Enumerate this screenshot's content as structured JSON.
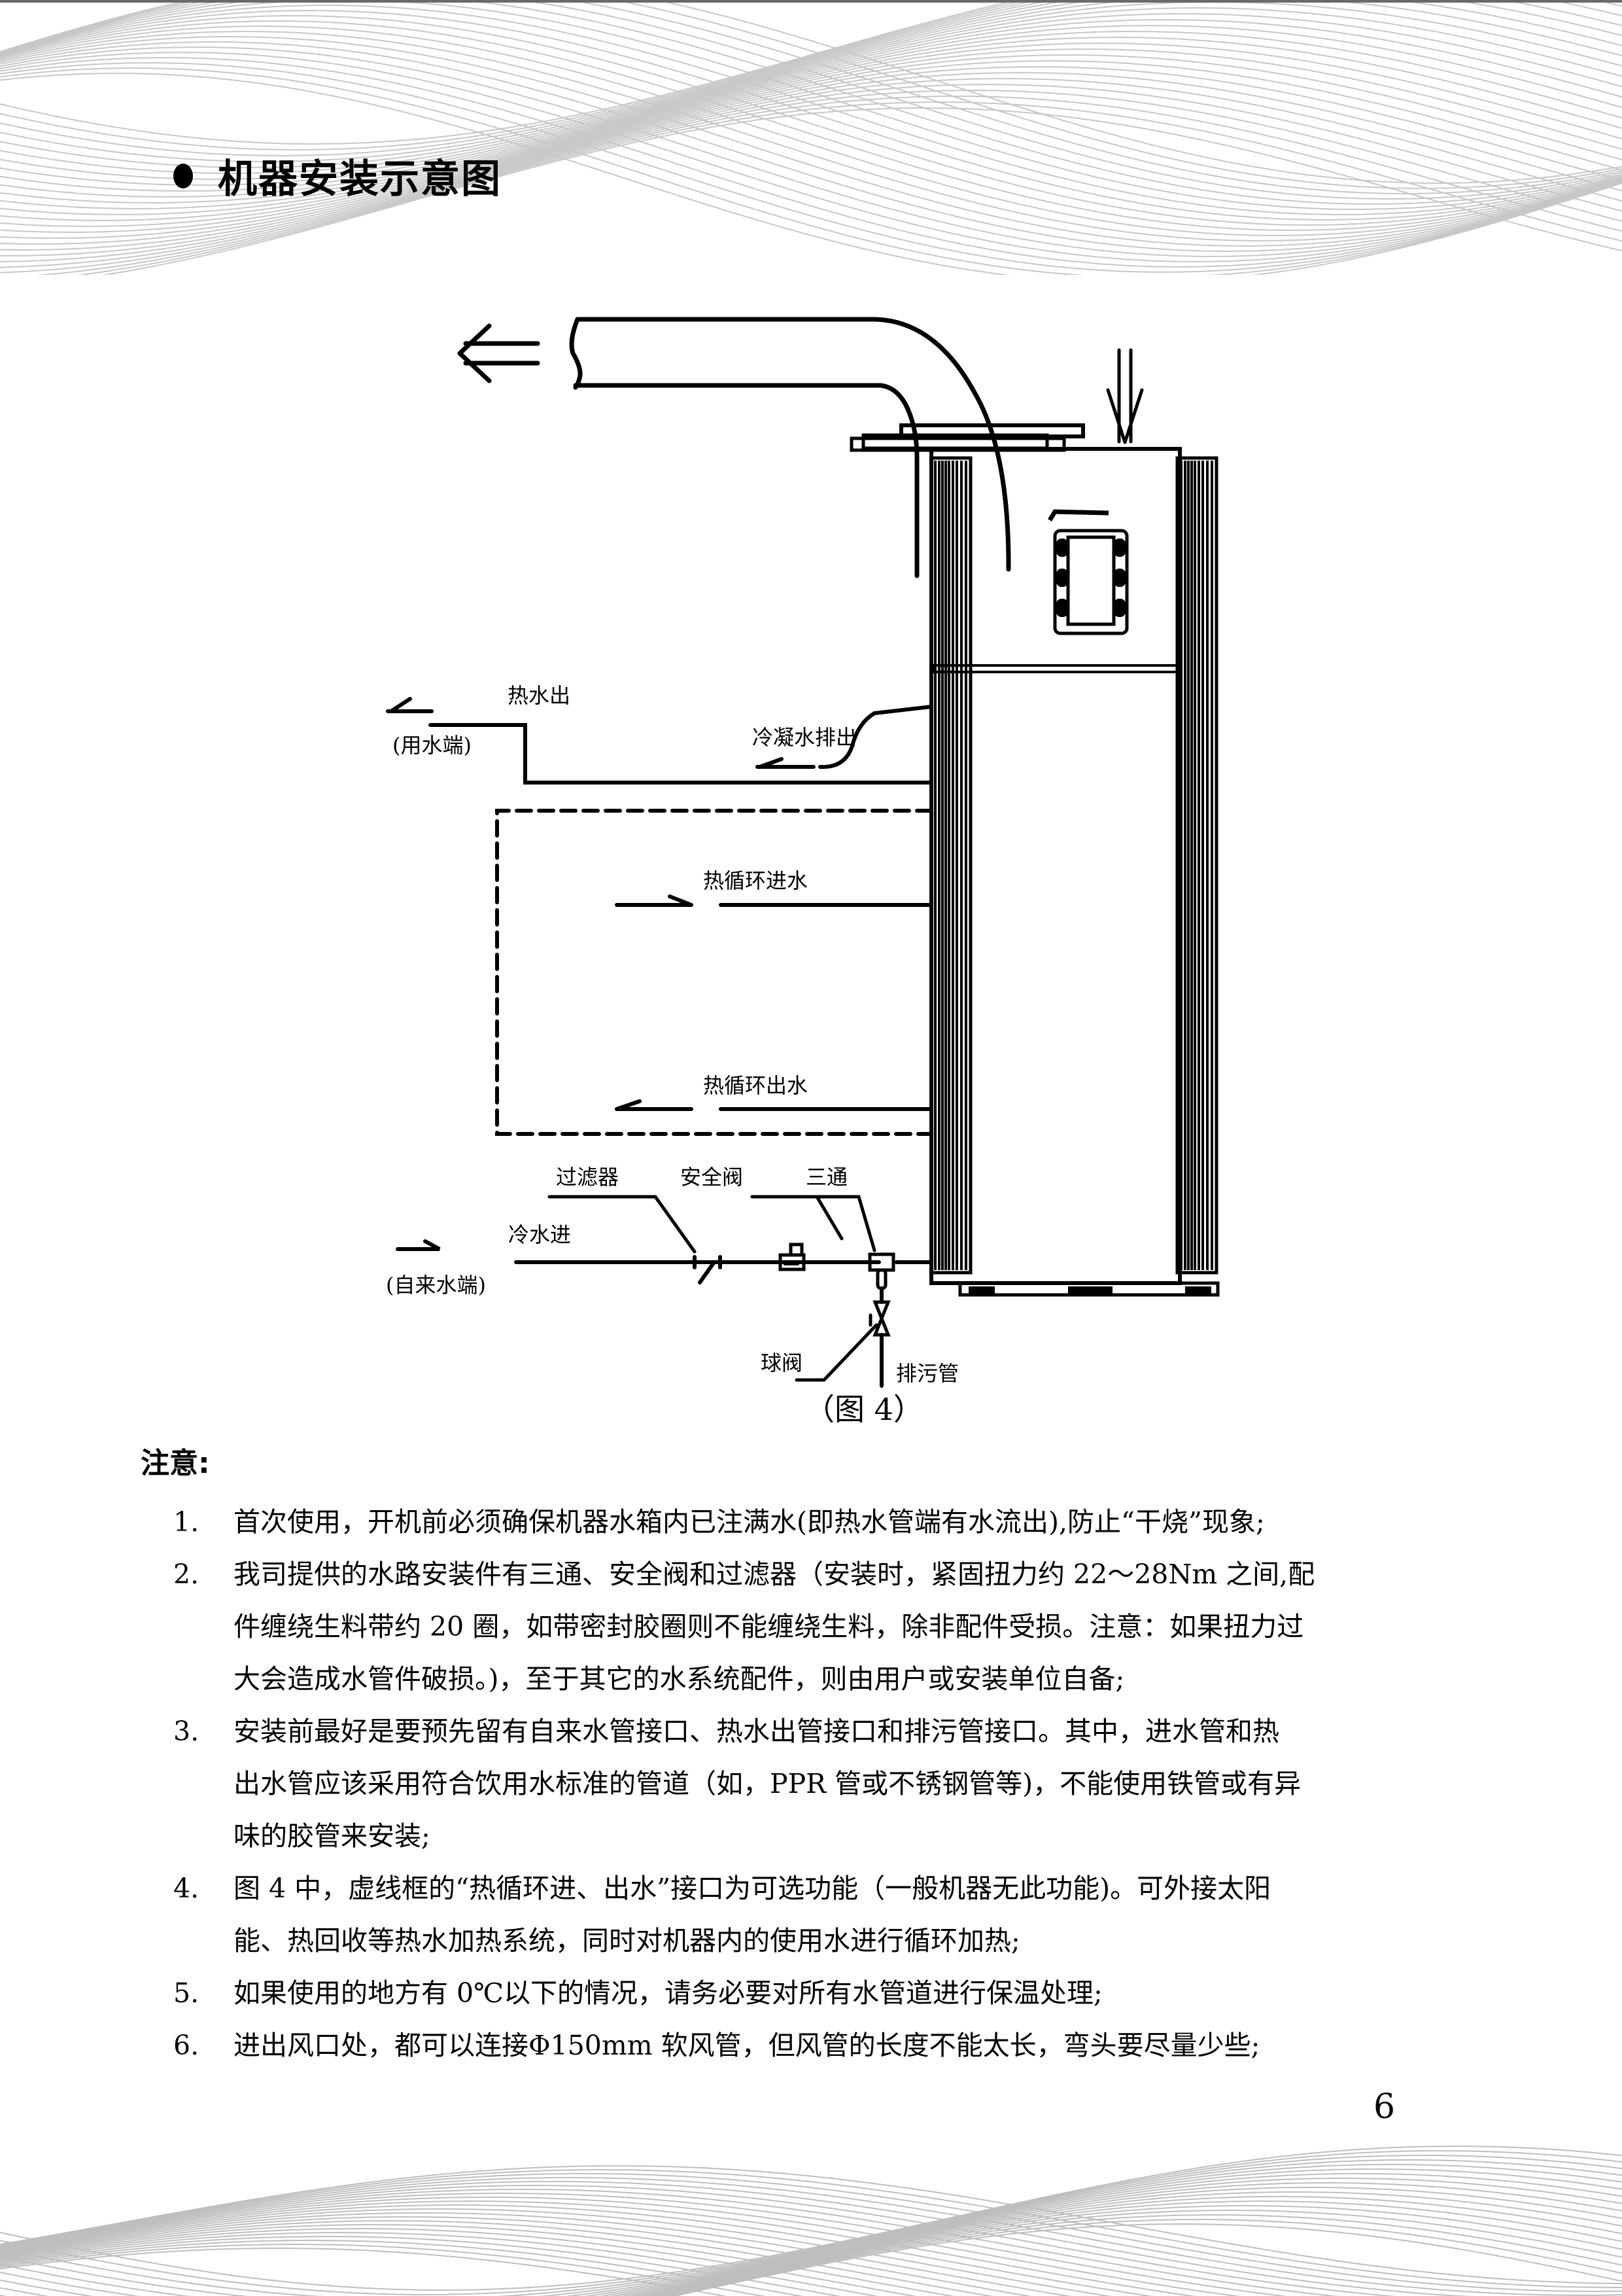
{
  "page": {
    "heading": "机器安装示意图",
    "page_number": "6"
  },
  "diagram": {
    "figure_caption": "（图 4）",
    "labels": {
      "hot_water_out": "热水出",
      "user_end": "(用水端)",
      "condensate_drain": "冷凝水排出",
      "heat_cycle_in": "热循环进水",
      "heat_cycle_out": "热循环出水",
      "filter": "过滤器",
      "safety_valve": "安全阀",
      "tee": "三通",
      "cold_water_in": "冷水进",
      "tap_water_end": "(自来水端)",
      "ball_valve": "球阀",
      "drain_pipe": "排污管"
    }
  },
  "notes": {
    "title": "注意:",
    "items": [
      {
        "num": "1.",
        "lines": [
          "首次使用，开机前必须确保机器水箱内已注满水(即热水管端有水流出),防止“干烧”现象;"
        ]
      },
      {
        "num": "2.",
        "lines": [
          "我司提供的水路安装件有三通、安全阀和过滤器（安装时，紧固扭力约 22～28Nm 之间,配",
          "件缠绕生料带约 20 圈，如带密封胶圈则不能缠绕生料，除非配件受损。注意：如果扭力过",
          "大会造成水管件破损。)，至于其它的水系统配件，则由用户或安装单位自备;"
        ]
      },
      {
        "num": "3.",
        "lines": [
          "安装前最好是要预先留有自来水管接口、热水出管接口和排污管接口。其中，进水管和热",
          "出水管应该采用符合饮用水标准的管道（如，PPR 管或不锈钢管等)，不能使用铁管或有异",
          "味的胶管来安装;"
        ]
      },
      {
        "num": "4.",
        "lines": [
          "图 4 中，虚线框的“热循环进、出水”接口为可选功能（一般机器无此功能)。可外接太阳",
          "能、热回收等热水加热系统，同时对机器内的使用水进行循环加热;"
        ]
      },
      {
        "num": "5.",
        "lines": [
          "如果使用的地方有 0℃以下的情况，请务必要对所有水管道进行保温处理;"
        ]
      },
      {
        "num": "6.",
        "lines": [
          "进出风口处，都可以连接Φ150mm 软风管，但风管的长度不能太长，弯头要尽量少些;"
        ]
      }
    ]
  }
}
